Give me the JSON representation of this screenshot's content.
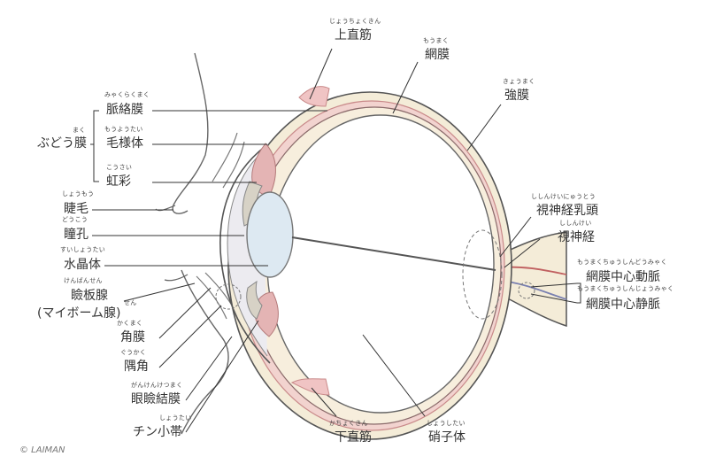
{
  "labels": {
    "superior_rectus": {
      "text": "上直筋",
      "ruby": "じょうちょくきん"
    },
    "retina": {
      "text": "網膜",
      "ruby": "もうまく"
    },
    "sclera": {
      "text": "強膜",
      "ruby": "きょうまく"
    },
    "choroid": {
      "text": "脈絡膜",
      "ruby": "みゃくらくまく"
    },
    "uvea": {
      "text": "ぶどう膜",
      "ruby": "まく"
    },
    "ciliary_body": {
      "text": "毛様体",
      "ruby": "もうようたい"
    },
    "iris": {
      "text": "虹彩",
      "ruby": "こうさい"
    },
    "eyelash": {
      "text": "睫毛",
      "ruby": "しょうもう"
    },
    "pupil": {
      "text": "瞳孔",
      "ruby": "どうこう"
    },
    "lens": {
      "text": "水晶体",
      "ruby": "すいしょうたい"
    },
    "meibomian_gland": {
      "text": "瞼板腺",
      "ruby": "けんばんせん"
    },
    "meibomian_gland_alt": {
      "text": "(マイボーム腺)",
      "ruby": "せん"
    },
    "cornea": {
      "text": "角膜",
      "ruby": "かくまく"
    },
    "angle": {
      "text": "隅角",
      "ruby": "ぐうかく"
    },
    "conjunctiva": {
      "text": "眼瞼結膜",
      "ruby": "がんけんけつまく"
    },
    "zonule": {
      "text": "チン小帯",
      "ruby": "しょうたい"
    },
    "inferior_rectus": {
      "text": "下直筋",
      "ruby": "かちょくきん"
    },
    "vitreous": {
      "text": "硝子体",
      "ruby": "しょうしたい"
    },
    "optic_disc": {
      "text": "視神経乳頭",
      "ruby": "ししんけいにゅうとう"
    },
    "optic_nerve": {
      "text": "視神経",
      "ruby": "ししんけい"
    },
    "central_artery": {
      "text": "網膜中心動脈",
      "ruby": "もうまくちゅうしんどうみゃく"
    },
    "central_vein": {
      "text": "網膜中心静脈",
      "ruby": "もうまくちゅうしんじょうみゃく"
    }
  },
  "credit": "© LAIMAN",
  "colors": {
    "outline": "#555555",
    "sclera_fill": "#f4ecd8",
    "choroid": "#e9b7b7",
    "muscle": "#f0c4c4",
    "lens": "#dde9f2",
    "leader": "#333333"
  }
}
